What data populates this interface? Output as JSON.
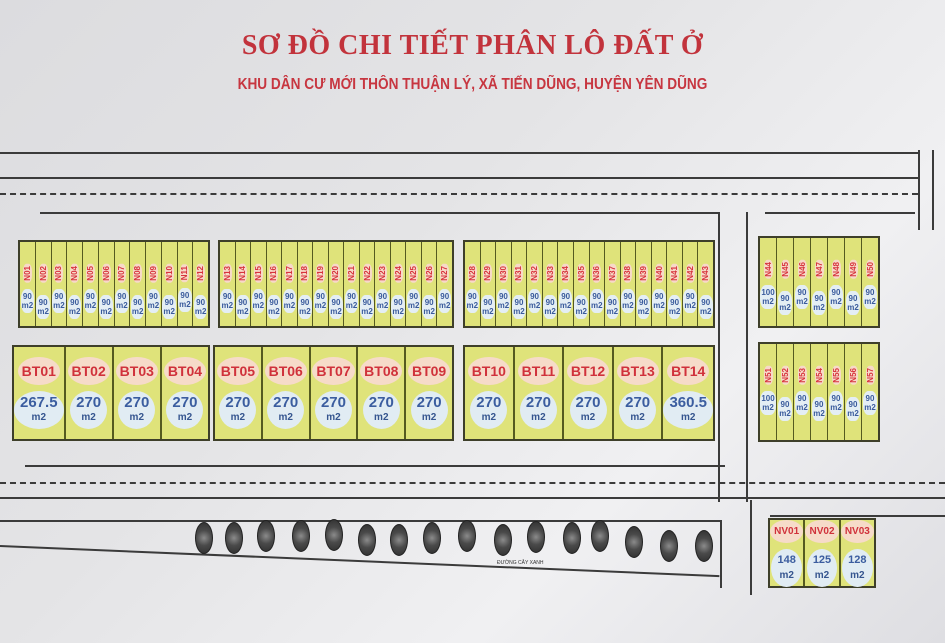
{
  "header": {
    "title": "SƠ ĐỒ CHI TIẾT PHÂN LÔ ĐẤT Ở",
    "subtitle": "KHU DÂN CƯ MỚI THÔN THUẬN LÝ, XÃ TIẾN DŨNG, HUYỆN YÊN DŨNG"
  },
  "colors": {
    "title": "#c2333c",
    "lot_fill": "#dfe37a",
    "lot_name": "#d0313b",
    "lot_area": "#3b5d9f"
  },
  "area_unit": "m2",
  "small_lots": {
    "block1": [
      {
        "name": "N01",
        "area": "90"
      },
      {
        "name": "N02",
        "area": "90"
      },
      {
        "name": "N03",
        "area": "90"
      },
      {
        "name": "N04",
        "area": "90"
      },
      {
        "name": "N05",
        "area": "90"
      },
      {
        "name": "N06",
        "area": "90"
      },
      {
        "name": "N07",
        "area": "90"
      },
      {
        "name": "N08",
        "area": "90"
      },
      {
        "name": "N09",
        "area": "90"
      },
      {
        "name": "N10",
        "area": "90"
      },
      {
        "name": "N11",
        "area": "90"
      },
      {
        "name": "N12",
        "area": "90"
      }
    ],
    "block2": [
      {
        "name": "N13",
        "area": "90"
      },
      {
        "name": "N14",
        "area": "90"
      },
      {
        "name": "N15",
        "area": "90"
      },
      {
        "name": "N16",
        "area": "90"
      },
      {
        "name": "N17",
        "area": "90"
      },
      {
        "name": "N18",
        "area": "90"
      },
      {
        "name": "N19",
        "area": "90"
      },
      {
        "name": "N20",
        "area": "90"
      },
      {
        "name": "N21",
        "area": "90"
      },
      {
        "name": "N22",
        "area": "90"
      },
      {
        "name": "N23",
        "area": "90"
      },
      {
        "name": "N24",
        "area": "90"
      },
      {
        "name": "N25",
        "area": "90"
      },
      {
        "name": "N26",
        "area": "90"
      },
      {
        "name": "N27",
        "area": "90"
      }
    ],
    "block3": [
      {
        "name": "N28",
        "area": "90"
      },
      {
        "name": "N29",
        "area": "90"
      },
      {
        "name": "N30",
        "area": "90"
      },
      {
        "name": "N31",
        "area": "90"
      },
      {
        "name": "N32",
        "area": "90"
      },
      {
        "name": "N33",
        "area": "90"
      },
      {
        "name": "N34",
        "area": "90"
      },
      {
        "name": "N35",
        "area": "90"
      },
      {
        "name": "N36",
        "area": "90"
      },
      {
        "name": "N37",
        "area": "90"
      },
      {
        "name": "N38",
        "area": "90"
      },
      {
        "name": "N39",
        "area": "90"
      },
      {
        "name": "N40",
        "area": "90"
      },
      {
        "name": "N41",
        "area": "90"
      },
      {
        "name": "N42",
        "area": "90"
      },
      {
        "name": "N43",
        "area": "90"
      }
    ],
    "block4_top": [
      {
        "name": "N44",
        "area": "100"
      },
      {
        "name": "N45",
        "area": "90"
      },
      {
        "name": "N46",
        "area": "90"
      },
      {
        "name": "N47",
        "area": "90"
      },
      {
        "name": "N48",
        "area": "90"
      },
      {
        "name": "N49",
        "area": "90"
      },
      {
        "name": "N50",
        "area": "90"
      }
    ],
    "block4_bottom": [
      {
        "name": "N51",
        "area": "100"
      },
      {
        "name": "N52",
        "area": "90"
      },
      {
        "name": "N53",
        "area": "90"
      },
      {
        "name": "N54",
        "area": "90"
      },
      {
        "name": "N55",
        "area": "90"
      },
      {
        "name": "N56",
        "area": "90"
      },
      {
        "name": "N57",
        "area": "90"
      }
    ]
  },
  "villa_lots": {
    "group1": [
      {
        "name": "BT01",
        "area": "267.5"
      },
      {
        "name": "BT02",
        "area": "270"
      },
      {
        "name": "BT03",
        "area": "270"
      },
      {
        "name": "BT04",
        "area": "270"
      }
    ],
    "group2": [
      {
        "name": "BT05",
        "area": "270"
      },
      {
        "name": "BT06",
        "area": "270"
      },
      {
        "name": "BT07",
        "area": "270"
      },
      {
        "name": "BT08",
        "area": "270"
      },
      {
        "name": "BT09",
        "area": "270"
      }
    ],
    "group3": [
      {
        "name": "BT10",
        "area": "270"
      },
      {
        "name": "BT11",
        "area": "270"
      },
      {
        "name": "BT12",
        "area": "270"
      },
      {
        "name": "BT13",
        "area": "270"
      },
      {
        "name": "BT14",
        "area": "360.5"
      }
    ]
  },
  "garden_lots": [
    {
      "name": "NV01",
      "area": "148"
    },
    {
      "name": "NV02",
      "area": "125"
    },
    {
      "name": "NV03",
      "area": "128"
    }
  ],
  "green_strip": {
    "tree_count": 16,
    "label": "ĐƯỜNG CÂY XANH"
  }
}
